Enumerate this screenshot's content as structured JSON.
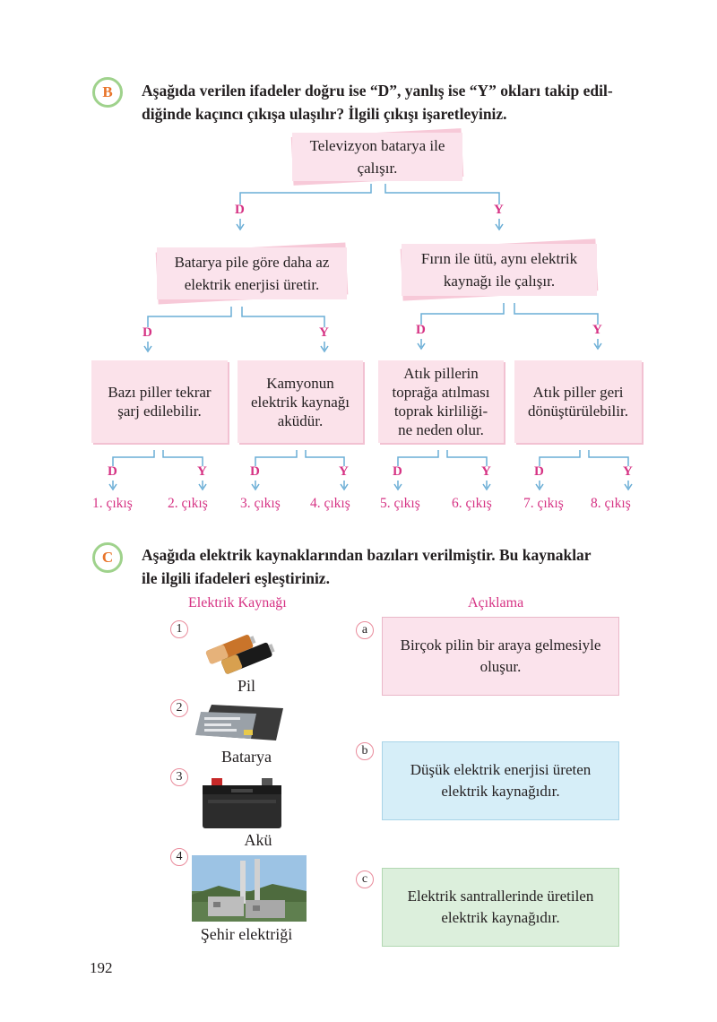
{
  "section_b": {
    "badge": "B",
    "instruction_line1": "Aşağıda verilen ifadeler doğru ise “D”, yanlış ise “Y” okları takip edil-",
    "instruction_line2": "diğinde kaçıncı çıkışa ulaşılır? İlgili çıkışı işaretleyiniz.",
    "root_l1": "Televizyon batarya ile",
    "root_l2": "çalışır.",
    "left_l1": "Batarya pile göre daha az",
    "left_l2": "elektrik enerjisi üretir.",
    "right_l1": "Fırın ile ütü, aynı elektrik",
    "right_l2": "kaynağı ile çalışır.",
    "leaf1_l1": "Bazı piller tekrar",
    "leaf1_l2": "şarj edilebilir.",
    "leaf2_l1": "Kamyonun",
    "leaf2_l2": "elektrik kaynağı",
    "leaf2_l3": "aküdür.",
    "leaf3_l1": "Atık pillerin",
    "leaf3_l2": "toprağa atılması",
    "leaf3_l3": "toprak kirliliği-",
    "leaf3_l4": "ne neden olur.",
    "leaf4_l1": "Atık piller geri",
    "leaf4_l2": "dönüştürülebilir.",
    "true_letter": "D",
    "false_letter": "Y",
    "exits": [
      "1. çıkış",
      "2. çıkış",
      "3. çıkış",
      "4. çıkış",
      "5. çıkış",
      "6. çıkış",
      "7. çıkış",
      "8. çıkış"
    ]
  },
  "section_c": {
    "badge": "C",
    "instruction_line1": "Aşağıda elektrik kaynaklarından bazıları verilmiştir. Bu kaynaklar",
    "instruction_line2": "ile ilgili ifadeleri eşleştiriniz.",
    "col_left": "Elektrik Kaynağı",
    "col_right": "Açıklama",
    "sources": [
      {
        "num": "1",
        "label": "Pil"
      },
      {
        "num": "2",
        "label": "Batarya"
      },
      {
        "num": "3",
        "label": "Akü"
      },
      {
        "num": "4",
        "label": "Şehir elektriği"
      }
    ],
    "descriptions": [
      {
        "letter": "a",
        "l1": "Birçok pilin bir araya gelmesiyle",
        "l2": "oluşur.",
        "bg": "#fbe3ec",
        "border": "#eab8c9"
      },
      {
        "letter": "b",
        "l1": "Düşük elektrik enerjisi üreten",
        "l2": "elektrik kaynağıdır.",
        "bg": "#d6eef8",
        "border": "#a9d4e8"
      },
      {
        "letter": "c",
        "l1": "Elektrik santrallerinde üretilen",
        "l2": "elektrik kaynağıdır.",
        "bg": "#dcefdc",
        "border": "#b2d8b2"
      }
    ]
  },
  "page_number": "192"
}
